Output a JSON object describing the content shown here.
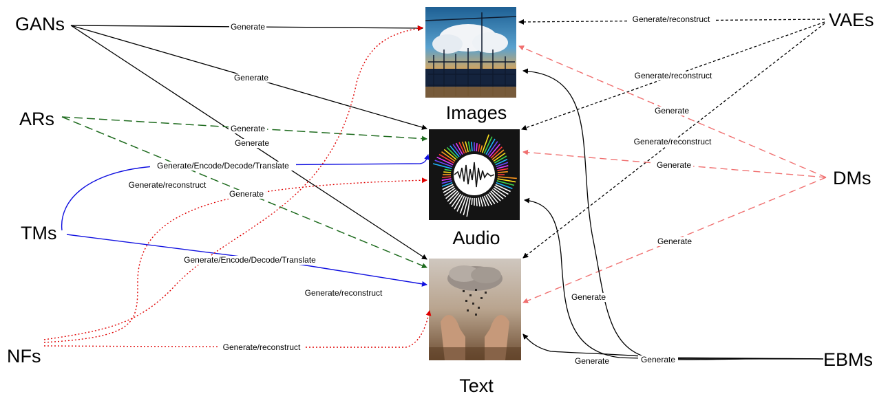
{
  "models": {
    "gans": "GANs",
    "ars": "ARs",
    "tms": "TMs",
    "nfs": "NFs",
    "vaes": "VAEs",
    "dms": "DMs",
    "ebms": "EBMs"
  },
  "modalities": {
    "images": "Images",
    "audio": "Audio",
    "text": "Text"
  },
  "edge_labels": {
    "generate": "Generate",
    "generate_reconstruct": "Generate/reconstruct",
    "generate_encode_decode_translate": "Generate/Encode/Decode/Translate"
  },
  "colors": {
    "gans": "#000000",
    "ars": "#1e6b1e",
    "tms": "#1010e0",
    "nfs": "#e00000",
    "vaes": "#000000",
    "dms": "#f07070",
    "ebms": "#000000"
  }
}
